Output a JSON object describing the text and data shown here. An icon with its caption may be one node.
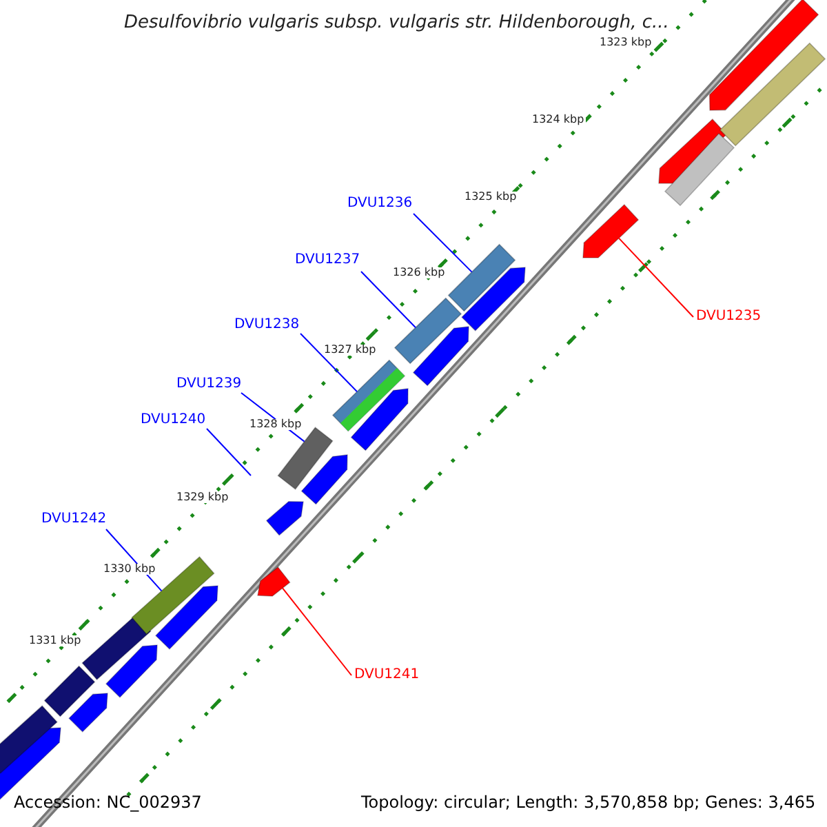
{
  "diagram": {
    "title": "Desulfovibrio vulgaris subsp. vulgaris str. Hildenborough, c...",
    "nodes": [
      {
        "text": [
          "DVU1236"
        ]
      },
      {
        "text": [],
        "shape": "bar"
      },
      {
        "text": [
          "DVU1237"
        ]
      },
      {
        "text": [],
        "shape": "bar"
      },
      {
        "text": [
          "DVU1238"
        ]
      },
      {
        "text": [],
        "shape": "bar"
      },
      {
        "text": [
          "DVU1239"
        ]
      },
      {
        "text": [],
        "shape": "bar"
      },
      {
        "text": [
          "DVU1240"
        ]
      },
      {
        "text": [
          "DVU1242"
        ]
      },
      {
        "text": [],
        "shape": "bar"
      },
      {
        "text": [
          "DVU1235"
        ]
      },
      {
        "text": [],
        "shape": "arrow"
      },
      {
        "text": [
          "DVU1241"
        ]
      },
      {
        "text": [],
        "shape": "arrow"
      },
      {
        "text": [],
        "shape": "arrow"
      },
      {
        "text": [],
        "shape": "bar"
      }
    ],
    "edges": [
      {
        "from": 0,
        "to": 1,
        "arrow": "none"
      },
      {
        "from": 2,
        "to": 3,
        "arrow": "none"
      },
      {
        "from": 4,
        "to": 5,
        "arrow": "none"
      },
      {
        "from": 6,
        "to": 7,
        "arrow": "none"
      },
      {
        "from": 8,
        "to": null,
        "arrow": "none"
      },
      {
        "from": 9,
        "to": 10,
        "arrow": "none"
      },
      {
        "from": 11,
        "to": 12,
        "arrow": "none",
        "color": "#ff0000"
      },
      {
        "from": 13,
        "to": 14,
        "arrow": "none",
        "color": "#ff0000"
      }
    ],
    "labels": [
      "1323 kbp",
      "1324 kbp",
      "1325 kbp",
      "1326 kbp",
      "1327 kbp",
      "1328 kbp",
      "1329 kbp",
      "1330 kbp",
      "1331 kbp",
      "Accession: NC_002937",
      "Topology: circular; Length: 3,570,858 bp; Genes: 3,465"
    ]
  }
}
